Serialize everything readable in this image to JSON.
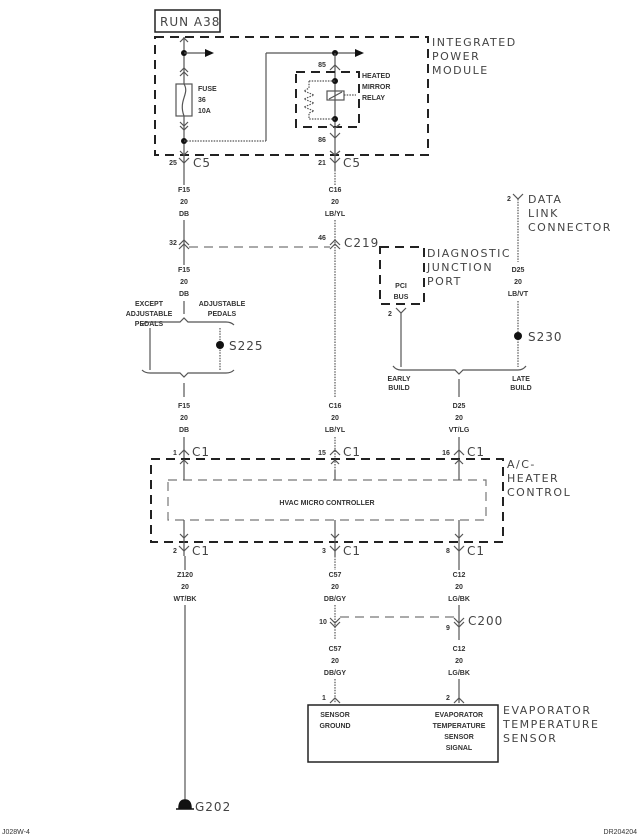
{
  "diagram": {
    "run_label": "RUN A38",
    "ipm": {
      "name_lines": [
        "INTEGRATED",
        "POWER",
        "MODULE"
      ],
      "fuse": {
        "lines": [
          "FUSE",
          "36",
          "10A"
        ]
      },
      "relay": {
        "lines": [
          "HEATED",
          "MIRROR",
          "RELAY"
        ],
        "pin_top": "85",
        "pin_bottom": "86"
      }
    },
    "connectors": {
      "c5_left": {
        "pin": "25",
        "name": "C5"
      },
      "c5_right": {
        "pin": "21",
        "name": "C5"
      },
      "c219_left": {
        "pin": "32"
      },
      "c219_right": {
        "pin": "46",
        "name": "C219"
      },
      "c1_in_1": {
        "pin": "1",
        "name": "C1"
      },
      "c1_in_2": {
        "pin": "15",
        "name": "C1"
      },
      "c1_in_3": {
        "pin": "16",
        "name": "C1"
      },
      "c1_out_1": {
        "pin": "2",
        "name": "C1"
      },
      "c1_out_2": {
        "pin": "3",
        "name": "C1"
      },
      "c1_out_3": {
        "pin": "8",
        "name": "C1"
      },
      "c200_left": {
        "pin": "10"
      },
      "c200_right": {
        "pin": "9",
        "name": "C200"
      },
      "dlc": {
        "pin": "2"
      },
      "djp": {
        "pin": "2"
      },
      "sensor_1": {
        "pin": "1"
      },
      "sensor_2": {
        "pin": "2"
      }
    },
    "wires": {
      "f15_a": [
        "F15",
        "20",
        "DB"
      ],
      "f15_b": [
        "F15",
        "20",
        "DB"
      ],
      "f15_c": [
        "F15",
        "20",
        "DB"
      ],
      "c16_a": [
        "C16",
        "20",
        "LB/YL"
      ],
      "c16_b": [
        "C16",
        "20",
        "LB/YL"
      ],
      "d25_a": [
        "D25",
        "20",
        "LB/VT"
      ],
      "d25_b": [
        "D25",
        "20",
        "VT/LG"
      ],
      "z120": [
        "Z120",
        "20",
        "WT/BK"
      ],
      "c57_a": [
        "C57",
        "20",
        "DB/GY"
      ],
      "c57_b": [
        "C57",
        "20",
        "DB/GY"
      ],
      "c12_a": [
        "C12",
        "20",
        "LG/BK"
      ],
      "c12_b": [
        "C12",
        "20",
        "LG/BK"
      ]
    },
    "pedals": {
      "except": [
        "EXCEPT",
        "ADJUSTABLE",
        "PEDALS"
      ],
      "adjustable": [
        "ADJUSTABLE",
        "PEDALS"
      ],
      "splice": "S225"
    },
    "build": {
      "early": [
        "EARLY",
        "BUILD"
      ],
      "late": [
        "LATE",
        "BUILD"
      ],
      "splice": "S230"
    },
    "dlc_name": [
      "DATA",
      "LINK",
      "CONNECTOR"
    ],
    "djp": {
      "name_lines": [
        "DIAGNOSTIC",
        "JUNCTION",
        "PORT"
      ],
      "inner": [
        "PCI",
        "BUS"
      ]
    },
    "hvac": {
      "name_lines": [
        "A/C-",
        "HEATER",
        "CONTROL"
      ],
      "inner": "HVAC MICRO CONTROLLER"
    },
    "sensor": {
      "name_lines": [
        "EVAPORATOR",
        "TEMPERATURE",
        "SENSOR"
      ],
      "pin1_label": [
        "SENSOR",
        "GROUND"
      ],
      "pin2_label": [
        "EVAPORATOR",
        "TEMPERATURE",
        "SENSOR",
        "SIGNAL"
      ]
    },
    "ground": "G202",
    "footer": {
      "left": "J028W-4",
      "right": "DR204204"
    }
  }
}
